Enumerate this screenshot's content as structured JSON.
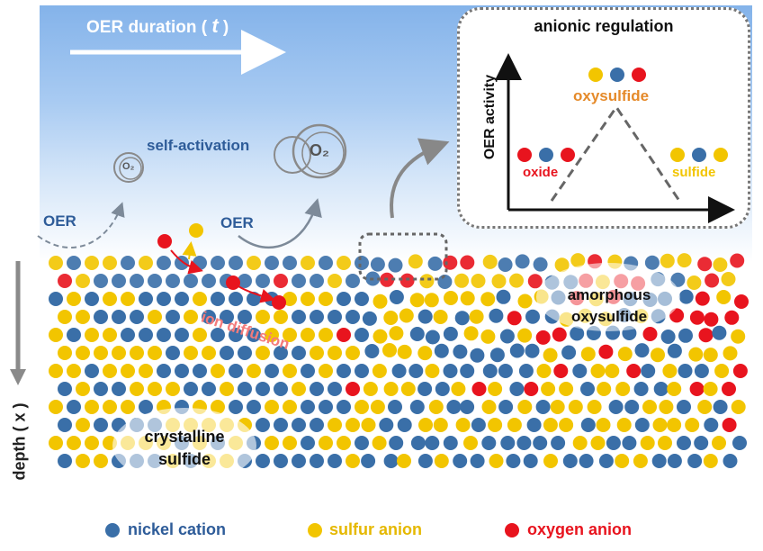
{
  "header": {
    "duration_label": "OER duration ( ",
    "duration_var": "t",
    "duration_close": " )"
  },
  "depth_axis": {
    "label": "depth ( x )"
  },
  "process": {
    "self_activation": "self-activation",
    "oer_left": "OER",
    "oer_right": "OER",
    "o2_small": "O₂",
    "o2_large": "O₂",
    "ion_diffusion": "ion diffusion"
  },
  "regions": {
    "amorphous": [
      "amorphous",
      "oxysulfide"
    ],
    "crystalline": [
      "crystalline",
      "sulfide"
    ]
  },
  "inset": {
    "title": "anionic regulation",
    "y_axis_label": "OER activity",
    "peak_label": "oxysulfide",
    "left_label": "oxide",
    "right_label": "sulfide"
  },
  "legend": [
    {
      "label": "nickel cation",
      "color": "#3a6fa8"
    },
    {
      "label": "sulfur anion",
      "color": "#f2c500"
    },
    {
      "label": "oxygen anion",
      "color": "#e8141e"
    }
  ],
  "colors": {
    "nickel": "#3a6fa8",
    "sulfur": "#f2c500",
    "oxygen": "#e8141e",
    "sky_top": "#7fb0e8",
    "title_blue": "#2e5c99",
    "orange": "#e58a2a"
  }
}
